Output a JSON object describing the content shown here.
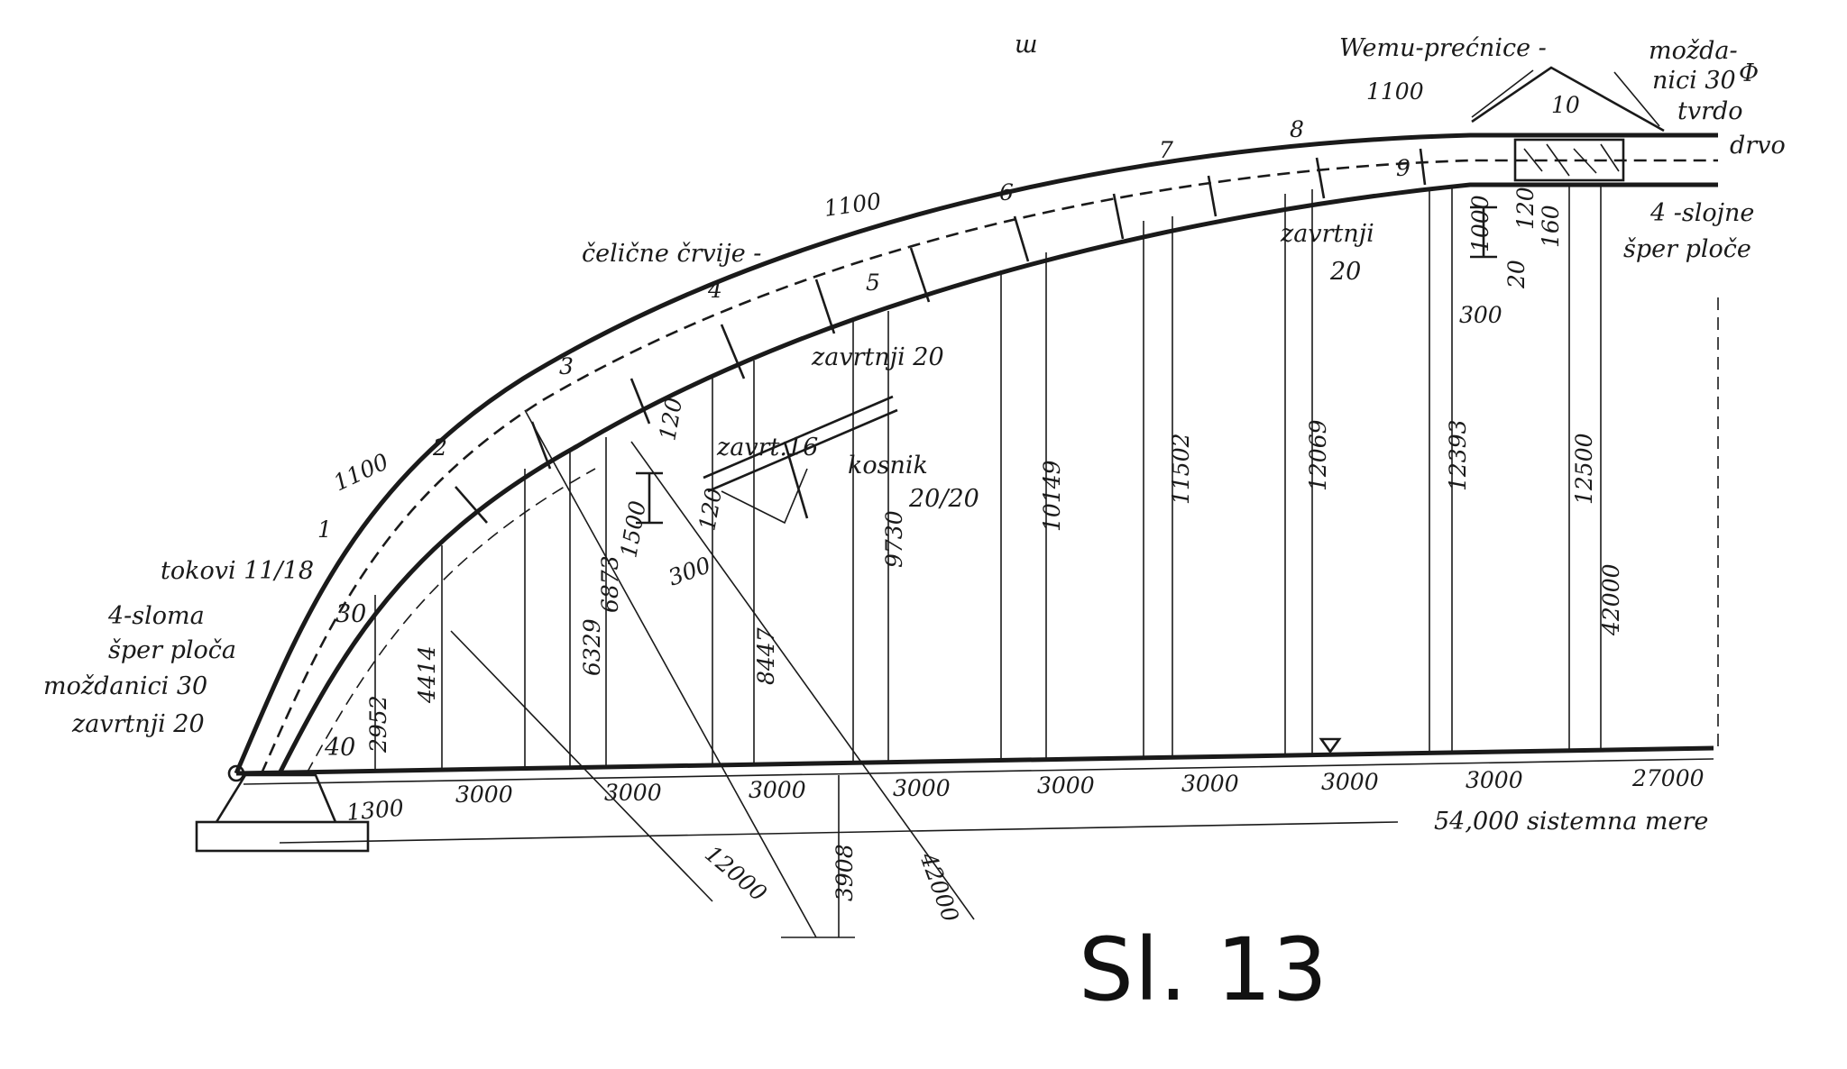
{
  "figure_label": "Sl. 13",
  "top_mark": "ш",
  "labels": {
    "wemu": "Wemu-prećnice -",
    "mozdanici_top_1": "možda-",
    "mozdanici_top_2": "nici 30",
    "phi": "Φ",
    "tvrdo": "tvrdo",
    "drvo": "drvo",
    "sloj_1": "4 -slojne",
    "sloj_2": "šper ploče",
    "zavrtnji_right": "zavrtnji",
    "phi20_right": "20",
    "celicne": "čelične črvije -",
    "zavrtnji_mid": "zavrtnji 20",
    "zavrt16": "zavrt.16",
    "kosnik": "kosnik",
    "kosnik_size": "20/20",
    "tokovi": "tokovi 11/18",
    "slojna_1": "4-sloma",
    "slojna_2": "šper ploča",
    "mozdanici_left": "moždanici 30",
    "zavrtnji_left": "zavrtnji 20",
    "d30": "30",
    "d40": "40",
    "sistemna": "54,000 sistemna mere"
  },
  "nodes": [
    "1",
    "2",
    "3",
    "4",
    "5",
    "6",
    "7",
    "8",
    "9",
    "10"
  ],
  "dims": {
    "seg_1100_top": "1100",
    "seg_1100_mid": "1100",
    "seg_1100_left": "1100",
    "d1000": "1000",
    "d300_right": "300",
    "d120_right": "120",
    "d160": "160",
    "d20": "20",
    "d120_a": "120",
    "d120_b": "120",
    "d1500": "1500",
    "d300_mid": "300",
    "d1300": "1300",
    "r12000": "12000",
    "r42000_low": "42000",
    "r42000_right": "42000",
    "d3908": "3908",
    "base_spacing": [
      "3000",
      "3000",
      "3000",
      "3000",
      "3000",
      "3000",
      "3000",
      "3000"
    ],
    "half_span": "27000"
  },
  "ordinates": [
    "2952",
    "4414",
    "6329",
    "6873",
    "8447",
    "9730",
    "10149",
    "11502",
    "12069",
    "12393",
    "12500"
  ]
}
